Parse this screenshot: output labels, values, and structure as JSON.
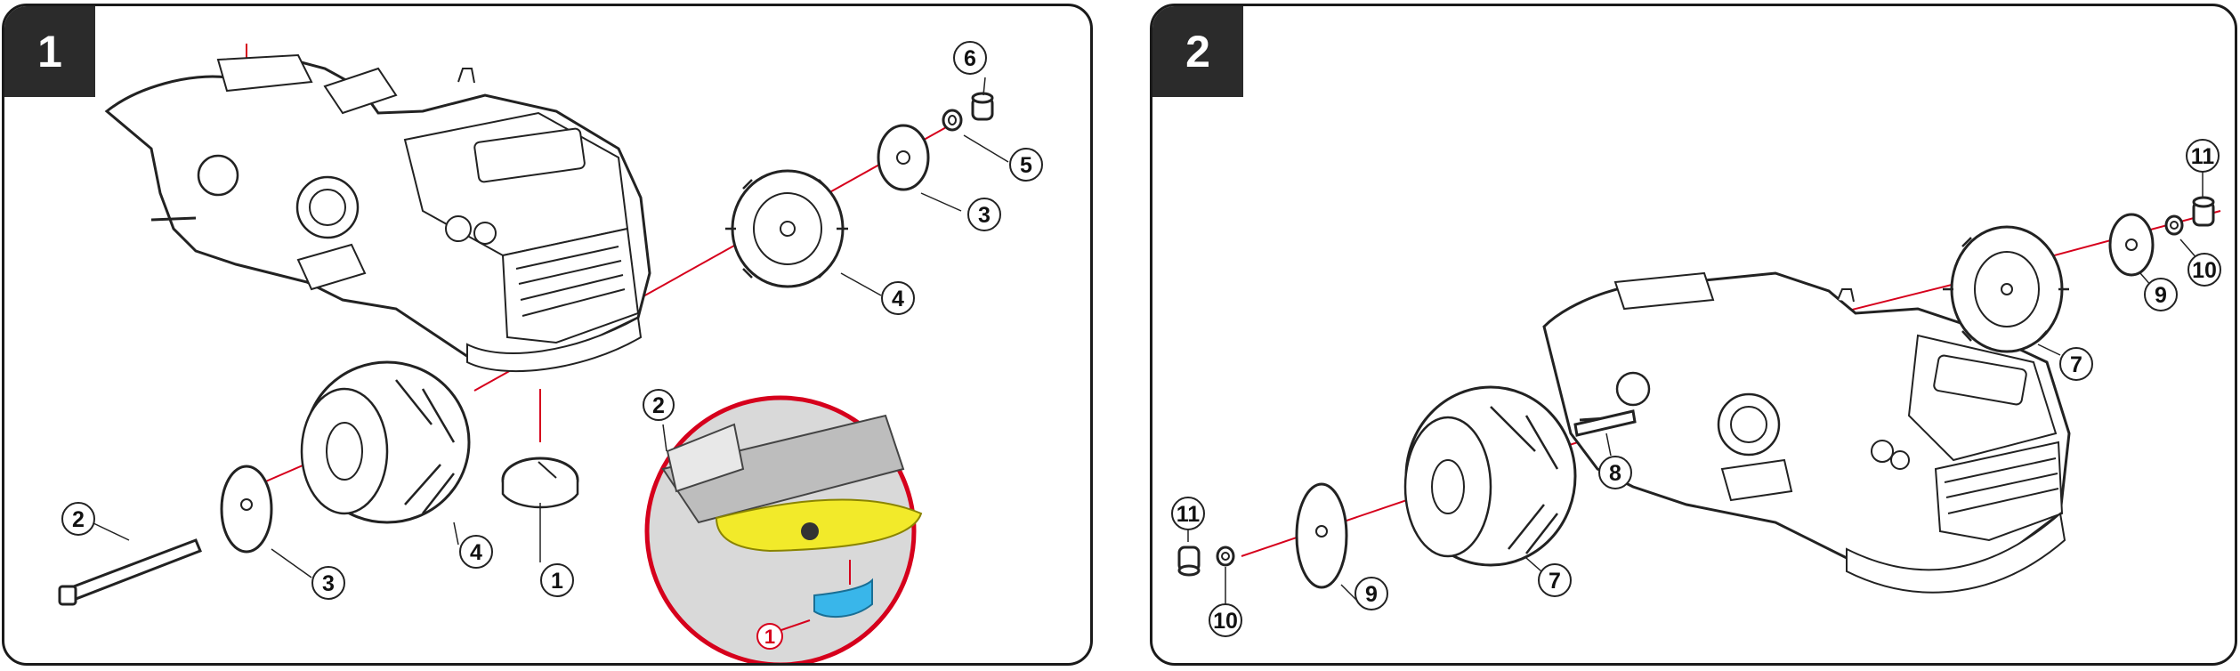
{
  "panels": [
    {
      "step": "1",
      "callouts": {
        "c1": "1",
        "c2": "2",
        "c3a": "3",
        "c3b": "3",
        "c4a": "4",
        "c4b": "4",
        "c5": "5",
        "c6": "6"
      },
      "detail": {
        "callout_part": "2",
        "callout_red": "1"
      }
    },
    {
      "step": "2",
      "callouts": {
        "c7a": "7",
        "c7b": "7",
        "c8": "8",
        "c9a": "9",
        "c9b": "9",
        "c10a": "10",
        "c10b": "10",
        "c11a": "11",
        "c11b": "11"
      }
    }
  ],
  "colors": {
    "assembly_line": "#d6001c",
    "detail_ring": "#d6001c",
    "highlight_part": "#f2ea2a",
    "clip_part": "#39b6ea",
    "badge": "#2b2b2b"
  },
  "icons": [
    "tractor-body-drawing",
    "wheel-drawing",
    "hubcap-drawing",
    "axle-drawing",
    "nut-drawing",
    "cap-drawing",
    "clip-drawing"
  ]
}
